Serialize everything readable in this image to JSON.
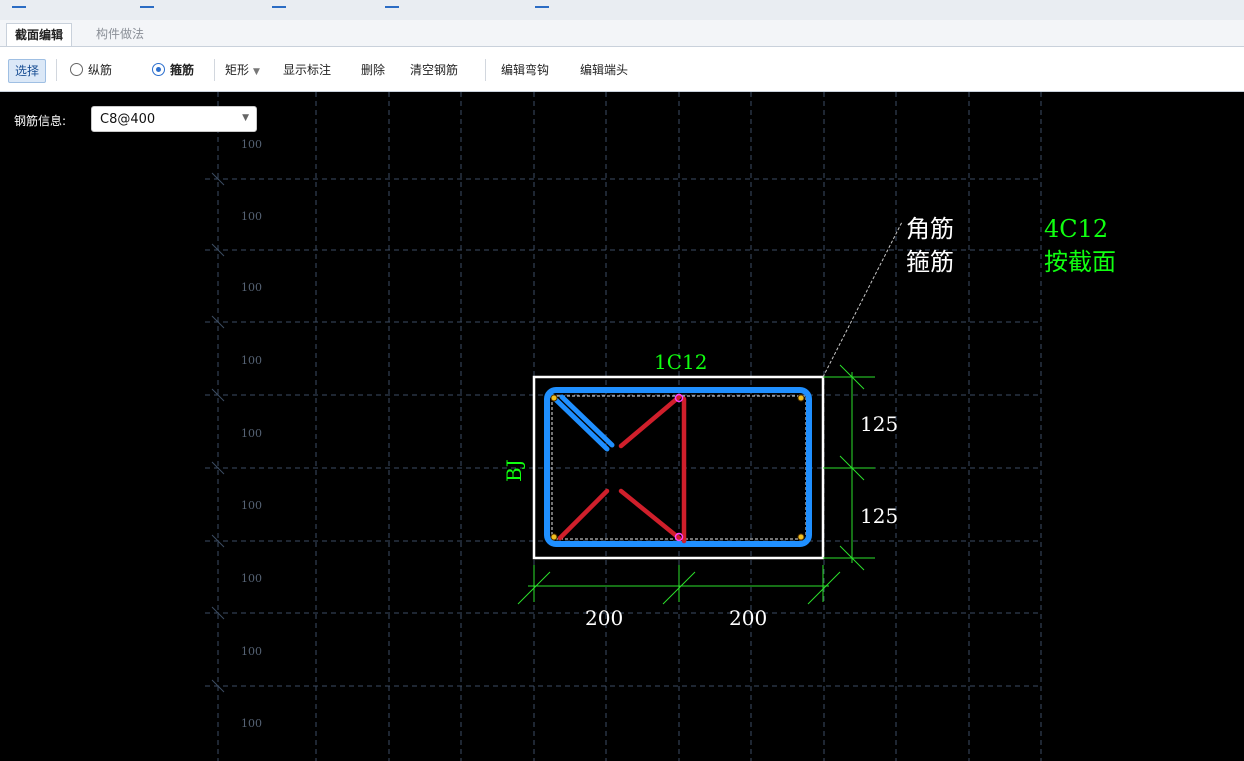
{
  "tabs": [
    {
      "label": "截面编辑",
      "active": true
    },
    {
      "label": "构件做法",
      "active": false
    }
  ],
  "toolbar": {
    "select_label": "选择",
    "longitudinal_label": "纵筋",
    "stirrup_label": "箍筋",
    "selected_mode": "箍筋",
    "shape_label": "矩形",
    "show_dim_label": "显示标注",
    "delete_label": "删除",
    "clear_label": "清空钢筋",
    "edit_hook_label": "编辑弯钩",
    "edit_end_label": "编辑端头"
  },
  "rebar_info": {
    "label": "钢筋信息:",
    "value": "C8@400"
  },
  "canvas": {
    "grid_labels": [
      "100",
      "100",
      "100",
      "100",
      "100",
      "100",
      "100",
      "100",
      "100"
    ],
    "section_label": "1C12",
    "side_label": "BJ",
    "dims_right": [
      "125",
      "125"
    ],
    "dims_bottom": [
      "200",
      "200"
    ],
    "leader_lines": [
      "角筋",
      "箍筋"
    ],
    "values": [
      "4C12",
      "按截面"
    ],
    "colors": {
      "stirrup": "#1f8fff",
      "tie": "#d01f2b",
      "annotation_green": "#10ff10",
      "dimension_white": "#ffffff",
      "grid": "#3d4d63"
    }
  }
}
